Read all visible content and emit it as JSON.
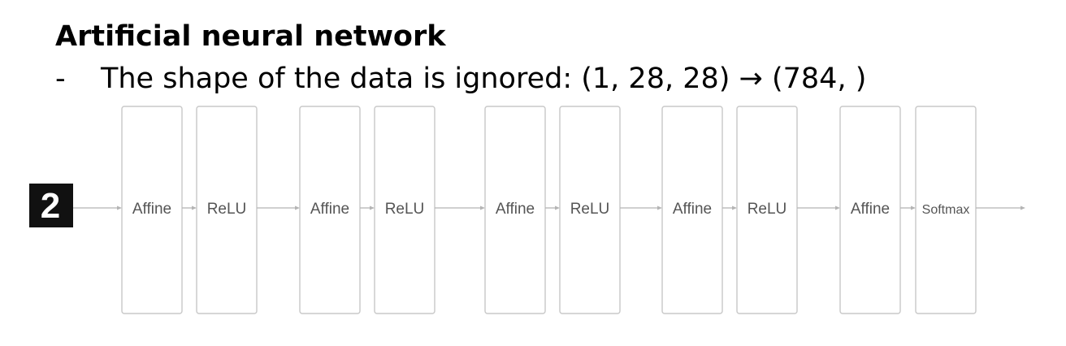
{
  "slide": {
    "title": "Artificial neural network",
    "bullet_marker": "-",
    "bullet_text": "The shape of the data is ignored: (1, 28, 28) → (784, )"
  },
  "diagram": {
    "input_digit": "2",
    "input_colors": {
      "background": "#111111",
      "digit": "#ffffff"
    },
    "layers": [
      {
        "label": "Affine"
      },
      {
        "label": "ReLU"
      },
      {
        "label": "Affine"
      },
      {
        "label": "ReLU"
      },
      {
        "label": "Affine"
      },
      {
        "label": "ReLU"
      },
      {
        "label": "Affine"
      },
      {
        "label": "ReLU"
      },
      {
        "label": "Affine"
      },
      {
        "label": "Softmax"
      }
    ]
  }
}
